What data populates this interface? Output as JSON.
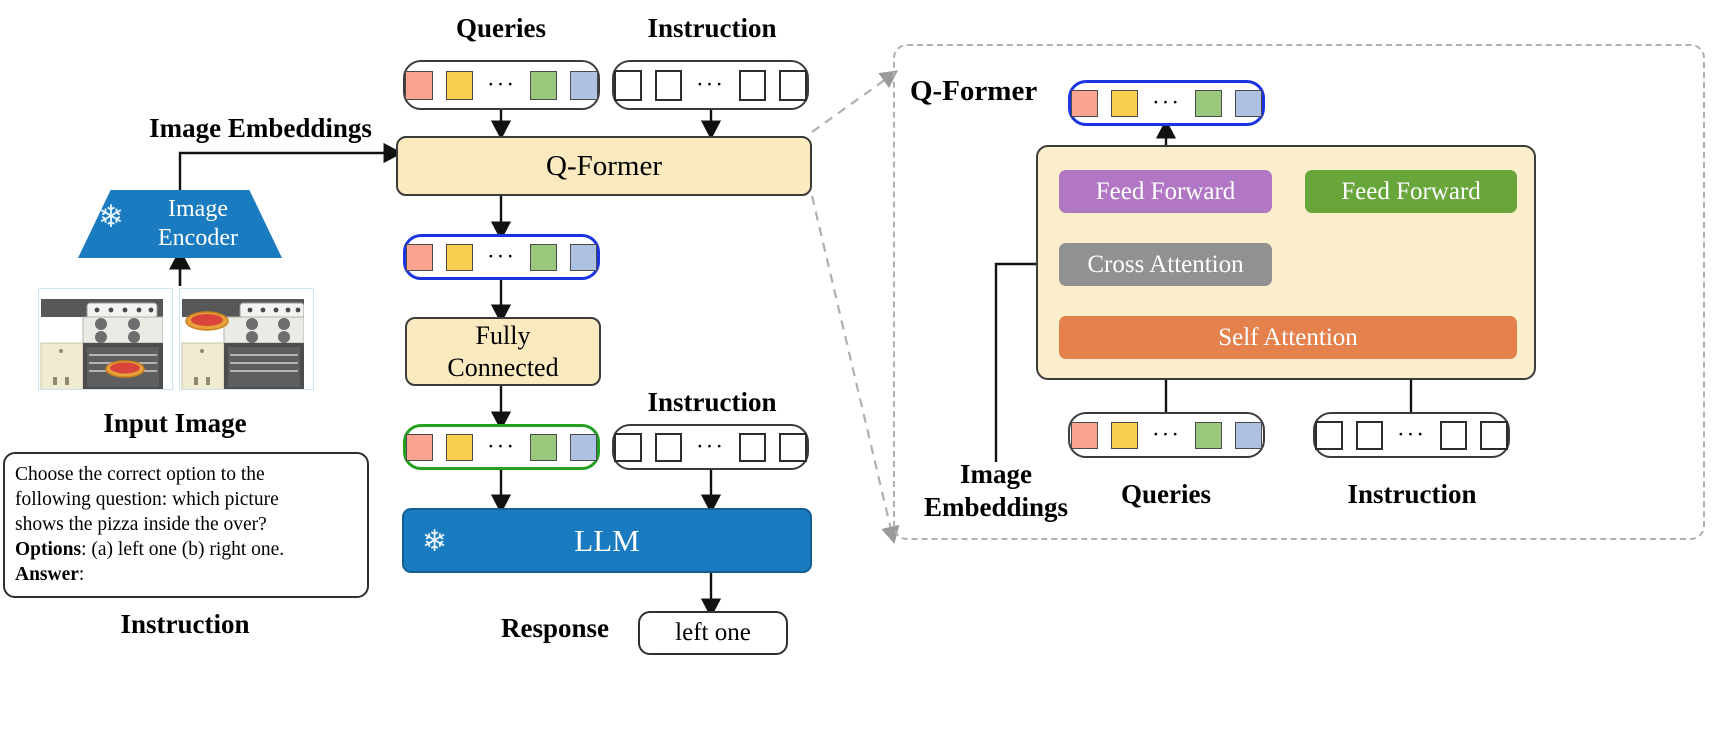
{
  "figure": {
    "title": "InstructBLIP-style vision-language architecture",
    "colors": {
      "cream": "#fbe9c0",
      "panel_cream": "#fbeecb",
      "blue_block": "#1a7bc1",
      "purple": "#b177c4",
      "green": "#68a63c",
      "gray": "#919191",
      "orange": "#e4814c",
      "token_blue_border": "#1a35e0",
      "token_green_border": "#25a022",
      "dashed_border": "#b0b0b0",
      "token_red": "#f9a491",
      "token_yellow": "#f8cf4e",
      "token_green": "#97c униforms"
    }
  },
  "tokens": {
    "query_colors": [
      "#f9a491",
      "#f8cf4e",
      "#9ac87d",
      "#adc1e3"
    ],
    "ellipsis": "···"
  },
  "left": {
    "image_embeddings_label": "Image Embeddings",
    "encoder_label_line1": "Image",
    "encoder_label_line2": "Encoder",
    "frozen_icon": "snowflake-icon",
    "input_image_label": "Input Image",
    "instruction_label": "Instruction",
    "prompt": {
      "line1": "Choose the correct option to the",
      "line2": "following question: which picture",
      "line3": "shows the pizza inside the over?",
      "options_key": "Options",
      "options_value": ": (a) left one (b) right one.",
      "answer_key": "Answer",
      "answer_value": ":"
    }
  },
  "center": {
    "queries_label": "Queries",
    "instruction_top_label": "Instruction",
    "qformer_label": "Q-Former",
    "fully_connected_line1": "Fully",
    "fully_connected_line2": "Connected",
    "instruction_mid_label": "Instruction",
    "llm_label": "LLM",
    "response_label": "Response",
    "response_value": "left one"
  },
  "right": {
    "panel_title": "Q-Former",
    "feed_forward_left": "Feed Forward",
    "feed_forward_right": "Feed Forward",
    "cross_attention": "Cross Attention",
    "self_attention": "Self Attention",
    "image_embeddings_line1": "Image",
    "image_embeddings_line2": "Embeddings",
    "queries_label": "Queries",
    "instruction_label": "Instruction"
  }
}
